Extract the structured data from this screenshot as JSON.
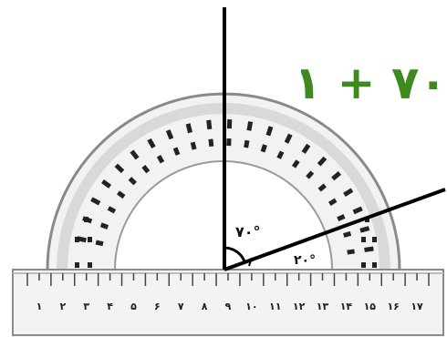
{
  "expression": "۷۰ + ۱",
  "angle_labels": {
    "large": "۷۰°",
    "small": "۲۰°"
  },
  "ruler_tick_labels": [
    "۱",
    "۲",
    "۳",
    "۴",
    "۵",
    "۶",
    "۷",
    "۸",
    "۹",
    "۱۰",
    "۱۱",
    "۱۲",
    "۱۳",
    "۱۴",
    "۱۵",
    "۱۶",
    "۱۷"
  ],
  "colors": {
    "expression": "#3f8a1f",
    "protractor": "#9a9a9a",
    "lines": "#000000"
  }
}
